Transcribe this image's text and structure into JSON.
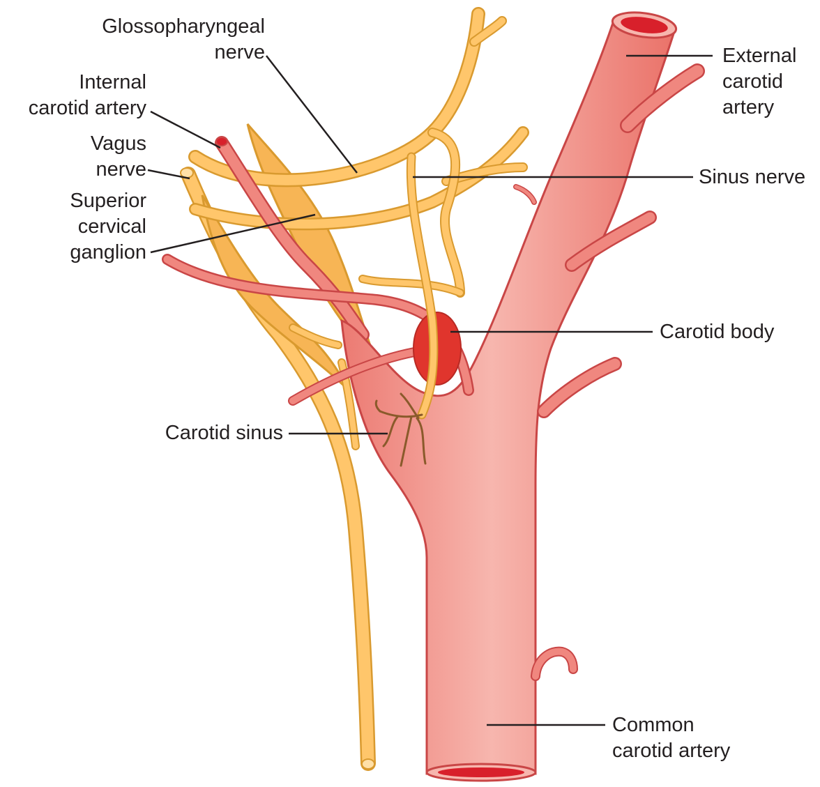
{
  "labels": {
    "glossopharyngeal": [
      "Glossopharyngeal",
      "nerve"
    ],
    "internal_carotid": [
      "Internal",
      "carotid artery"
    ],
    "vagus": [
      "Vagus",
      "nerve"
    ],
    "superior_cervical": [
      "Superior",
      "cervical",
      "ganglion"
    ],
    "carotid_sinus": [
      "Carotid sinus"
    ],
    "external_carotid": [
      "External",
      "carotid",
      "artery"
    ],
    "sinus_nerve": [
      "Sinus nerve"
    ],
    "carotid_body": [
      "Carotid body"
    ],
    "common_carotid": [
      "Common",
      "carotid artery"
    ]
  },
  "colors": {
    "artery_fill": "#f0877f",
    "artery_highlight": "#f7b6ae",
    "artery_outline": "#c94646",
    "artery_lumen": "#d8202b",
    "nerve_fill": "#ffc66b",
    "nerve_outline": "#d99a2f",
    "ganglion_fill": "#f7b555",
    "carotid_body_fill": "#e0352d",
    "sinus_nerve_endings": "#8a5a2b",
    "leader_line": "#231f20"
  }
}
